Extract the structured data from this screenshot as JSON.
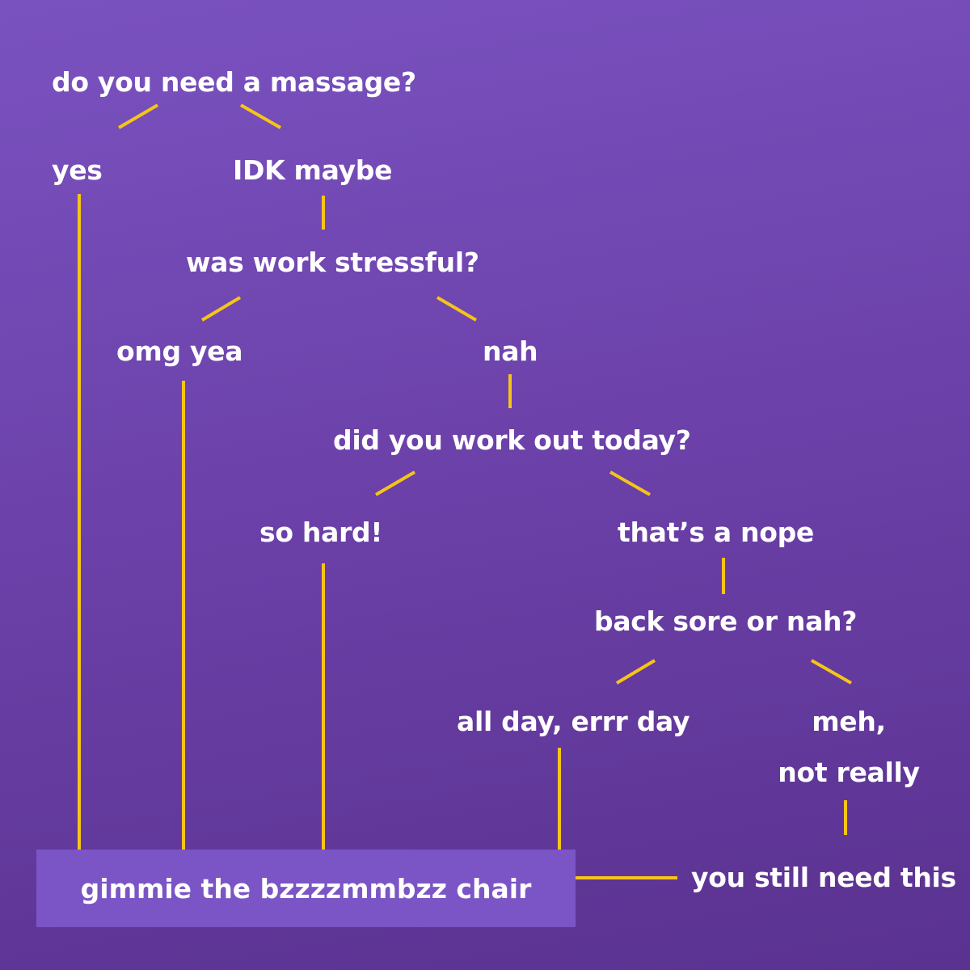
{
  "nodes": {
    "q1": "do you need a massage?",
    "a_yes": "yes",
    "a_idk": "IDK maybe",
    "q2": "was work stressful?",
    "a_omg": "omg yea",
    "a_nah": "nah",
    "q3": "did you work out today?",
    "a_sohard": "so hard!",
    "a_nope": "that’s a nope",
    "q4": "back sore or nah?",
    "a_allday": "all day, errr day",
    "a_meh_1": "meh,",
    "a_meh_2": "not really",
    "still": "you still need this"
  },
  "result": {
    "label": "gimmie the bzzzzmmbzz chair"
  },
  "colors": {
    "background_top": "#7a52c0",
    "background_bottom": "#5a3290",
    "connector": "#f5c518",
    "result_box": "#7b55c6",
    "text": "#ffffff"
  }
}
